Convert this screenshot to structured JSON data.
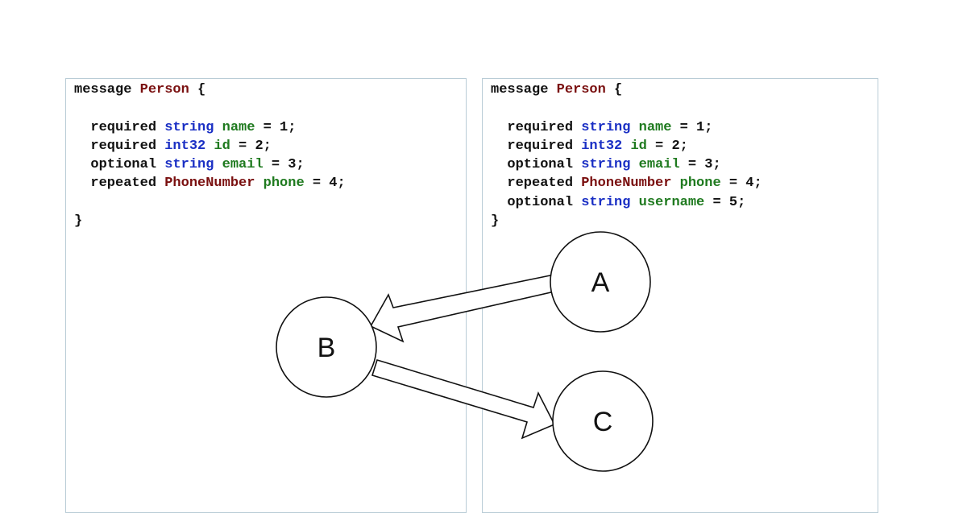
{
  "left_box": {
    "lines": [
      [
        {
          "t": "kw",
          "v": "message "
        },
        {
          "t": "tname",
          "v": "Person"
        },
        {
          "t": "plain",
          "v": " {"
        }
      ],
      [],
      [
        {
          "t": "kw",
          "v": "  required "
        },
        {
          "t": "ptype",
          "v": "string"
        },
        {
          "t": "plain",
          "v": " "
        },
        {
          "t": "fname",
          "v": "name"
        },
        {
          "t": "plain",
          "v": " = 1;"
        }
      ],
      [
        {
          "t": "kw",
          "v": "  required "
        },
        {
          "t": "ptype",
          "v": "int32"
        },
        {
          "t": "plain",
          "v": " "
        },
        {
          "t": "fname",
          "v": "id"
        },
        {
          "t": "plain",
          "v": " = 2;"
        }
      ],
      [
        {
          "t": "kw",
          "v": "  optional "
        },
        {
          "t": "ptype",
          "v": "string"
        },
        {
          "t": "plain",
          "v": " "
        },
        {
          "t": "fname",
          "v": "email"
        },
        {
          "t": "plain",
          "v": " = 3;"
        }
      ],
      [
        {
          "t": "kw",
          "v": "  repeated "
        },
        {
          "t": "tname",
          "v": "PhoneNumber"
        },
        {
          "t": "plain",
          "v": " "
        },
        {
          "t": "fname",
          "v": "phone"
        },
        {
          "t": "plain",
          "v": " = 4;"
        }
      ],
      [],
      [
        {
          "t": "plain",
          "v": "}"
        }
      ]
    ]
  },
  "right_box": {
    "lines": [
      [
        {
          "t": "kw",
          "v": "message "
        },
        {
          "t": "tname",
          "v": "Person"
        },
        {
          "t": "plain",
          "v": " {"
        }
      ],
      [],
      [
        {
          "t": "kw",
          "v": "  required "
        },
        {
          "t": "ptype",
          "v": "string"
        },
        {
          "t": "plain",
          "v": " "
        },
        {
          "t": "fname",
          "v": "name"
        },
        {
          "t": "plain",
          "v": " = 1;"
        }
      ],
      [
        {
          "t": "kw",
          "v": "  required "
        },
        {
          "t": "ptype",
          "v": "int32"
        },
        {
          "t": "plain",
          "v": " "
        },
        {
          "t": "fname",
          "v": "id"
        },
        {
          "t": "plain",
          "v": " = 2;"
        }
      ],
      [
        {
          "t": "kw",
          "v": "  optional "
        },
        {
          "t": "ptype",
          "v": "string"
        },
        {
          "t": "plain",
          "v": " "
        },
        {
          "t": "fname",
          "v": "email"
        },
        {
          "t": "plain",
          "v": " = 3;"
        }
      ],
      [
        {
          "t": "kw",
          "v": "  repeated "
        },
        {
          "t": "tname",
          "v": "PhoneNumber"
        },
        {
          "t": "plain",
          "v": " "
        },
        {
          "t": "fname",
          "v": "phone"
        },
        {
          "t": "plain",
          "v": " = 4;"
        }
      ],
      [
        {
          "t": "kw",
          "v": "  optional "
        },
        {
          "t": "ptype",
          "v": "string"
        },
        {
          "t": "plain",
          "v": " "
        },
        {
          "t": "fname",
          "v": "username"
        },
        {
          "t": "plain",
          "v": " = 5;"
        }
      ],
      [
        {
          "t": "plain",
          "v": "}"
        }
      ]
    ]
  },
  "nodes": {
    "a": "A",
    "b": "B",
    "c": "C"
  },
  "edges": [
    {
      "from": "A",
      "to": "B"
    },
    {
      "from": "B",
      "to": "C"
    }
  ],
  "colors": {
    "message_type": "#7a1010",
    "primitive_type": "#1a2fc4",
    "field_name": "#1f7a1f",
    "keyword": "#111111",
    "box_border": "#b9ccd6"
  }
}
